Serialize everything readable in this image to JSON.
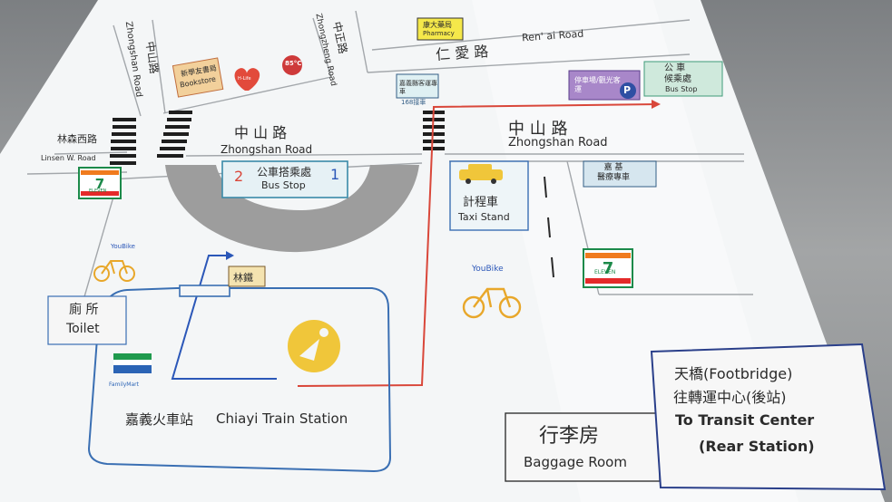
{
  "roads": {
    "zhongzheng_zh": "中正路",
    "zhongzheng_en": "Zhongzheng Road",
    "zhongshan_vertical_zh": "中山路",
    "zhongshan_vertical_en": "Zhongshan Road",
    "renai_zh": "仁 愛 路",
    "renai_en": "Ren' ai Road",
    "zhongshan_main_zh_left": "中 山 路",
    "zhongshan_main_en_left": "Zhongshan Road",
    "zhongshan_main_zh_right": "中 山 路",
    "zhongshan_main_en_right": "Zhongshan Road",
    "linsen_zh": "林森西路",
    "linsen_en": "Linsen W. Road"
  },
  "places": {
    "pharmacy_zh": "康大藥局",
    "pharmacy_en": "Pharmacy",
    "bookstore_zh": "新學友書局",
    "bookstore_en": "Bookstore",
    "brand_85": "85°C",
    "brand_hlife": "H-Life",
    "chiayi_bus_zh": "嘉義縣客運專車",
    "route_168_zh": "168接車",
    "tourist_parking_zh": "停車場/觀光客運",
    "parking_symbol": "P",
    "bus_stop_right_zh": "公 車\n候乘處",
    "bus_stop_right_en": "Bus Stop",
    "bus_stop_center_zh": "公車搭乘處",
    "bus_stop_center_en": "Bus Stop",
    "bus_stop_num_left": "2",
    "bus_stop_num_right": "1",
    "taxi_zh": "計程車",
    "taxi_en": "Taxi Stand",
    "jiaji_bus_zh": "嘉 基\n醫療專車",
    "youbike_left": "YouBike",
    "youbike_right": "YouBike",
    "seven_eleven_left": "ELEVEN",
    "seven_eleven_right": "ELEVEN",
    "linlu_zh": "林鐵",
    "toilet_zh": "廁 所",
    "toilet_en": "Toilet",
    "familymart_en": "FamilyMart",
    "station_zh": "嘉義火車站",
    "station_en": "Chiayi Train Station",
    "baggage_zh": "行李房",
    "baggage_en": "Baggage Room",
    "transit_line1": "天橋(Footbridge)",
    "transit_line2": "往轉運中心(後站)",
    "transit_line3": "To Transit Center",
    "transit_line4": "(Rear Station)"
  },
  "colors": {
    "board": "#f4f6f7",
    "road_line": "#9a9fa3",
    "station_outline": "#3a6fb3",
    "route_red": "#d9473a",
    "route_blue": "#2b57b8",
    "roundabout": "#9d9d9d",
    "bus_stop_green": "#3f9c7a",
    "pharmacy_yellow": "#f5e84a",
    "parking_purple": "#a887c9",
    "youbike_yellow": "#f0b52b",
    "station_logo": "#f0c63a",
    "seven_green": "#1c8a4a",
    "seven_orange": "#f07b1e",
    "seven_red": "#e42a2a"
  }
}
